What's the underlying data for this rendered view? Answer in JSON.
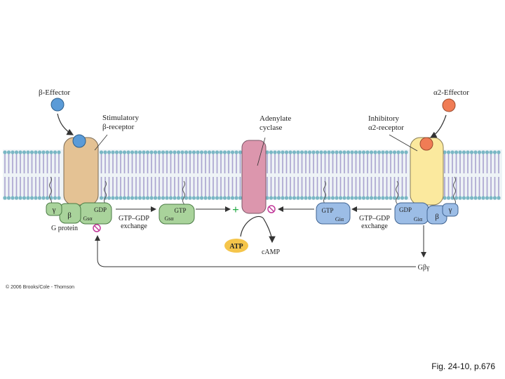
{
  "labels": {
    "beta_effector": "β-Effector",
    "stimulatory_receptor_line1": "Stimulatory",
    "stimulatory_receptor_line2": "β-receptor",
    "adenylate_line1": "Adenylate",
    "adenylate_line2": "cyclase",
    "inhibitory_receptor_line1": "Inhibitory",
    "inhibitory_receptor_line2": "α2-receptor",
    "alpha2_effector": "α2-Effector",
    "g_protein": "G protein",
    "gtp_gdp_exchange_left_line1": "GTP–GDP",
    "gtp_gdp_exchange_left_line2": "exchange",
    "gtp_gdp_exchange_right_line1": "GTP–GDP",
    "gtp_gdp_exchange_right_line2": "exchange",
    "atp": "ATP",
    "camp": "cAMP",
    "g_beta_gamma": "Gβγ"
  },
  "subunits": {
    "gamma": "γ",
    "beta": "β",
    "gdp": "GDP",
    "gtp": "GTP",
    "gs_alpha": "Gsα",
    "gi_alpha": "Giα"
  },
  "symbols": {
    "stimulate": "+",
    "inhibit": "⊘"
  },
  "copyright": "© 2006 Brooks/Cole - Thomson",
  "caption": "Fig. 24-10, p.676",
  "colors": {
    "membrane_head": "#79b7c4",
    "membrane_tail": "#a8a2cf",
    "receptor_stimulatory": "#e4c294",
    "receptor_inhibitory": "#fbe99e",
    "adenylate_cyclase": "#dc96ad",
    "g_protein_stimulatory": "#a9d39b",
    "g_protein_inhibitory": "#9cbde6",
    "effector_beta": "#5b9bd7",
    "effector_alpha2": "#f07c55",
    "atp": "#f5c54b",
    "stimulate": "#22aa44",
    "inhibit": "#c23b9a"
  }
}
